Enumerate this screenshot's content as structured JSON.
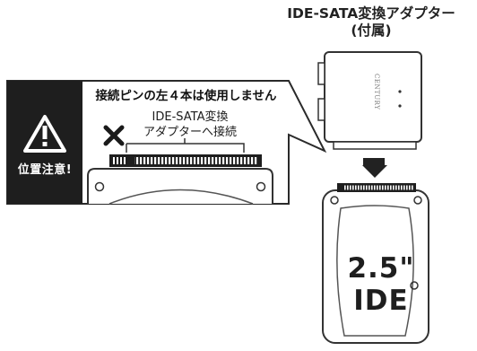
{
  "adapter_title": "IDE-SATA変換アダプター",
  "adapter_subtitle": "(付属)",
  "adapter_brand": "CENTURY",
  "callout": {
    "headline": "接続ピンの左４本は使用しません",
    "pin_note_line1": "IDE-SATA変換",
    "pin_note_line2": "アダプターへ接続",
    "caution_label": "位置注意!",
    "not_used_mark": "✕"
  },
  "hdd_label_line1": "2.5\"",
  "hdd_label_line2": "IDE",
  "colors": {
    "dark": "#1e1e1e",
    "outline": "#333333",
    "adapter_fill": "#ffffff",
    "arrow": "#222222"
  }
}
